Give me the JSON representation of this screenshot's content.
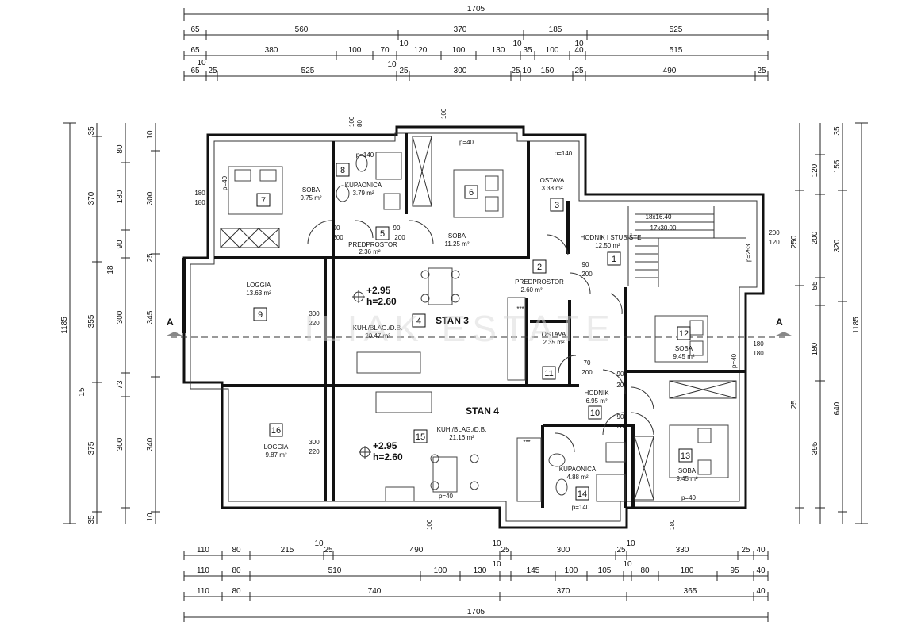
{
  "dimensions": {
    "top_total": "1705",
    "top_row1": [
      "65",
      "560",
      "370",
      "185",
      "525"
    ],
    "top_row2": [
      "65",
      "380",
      "100",
      "70",
      "10",
      "120",
      "100",
      "130",
      "10",
      "35",
      "100",
      "10",
      "40",
      "515"
    ],
    "top_row3": [
      "65",
      "10",
      "25",
      "525",
      "10",
      "25",
      "300",
      "25",
      "10",
      "150",
      "25",
      "490",
      "25"
    ],
    "bottom_row1": [
      "110",
      "80",
      "215",
      "10",
      "25",
      "490",
      "10",
      "25",
      "300",
      "25",
      "10",
      "330",
      "25",
      "40"
    ],
    "bottom_row2": [
      "110",
      "80",
      "510",
      "100",
      "130",
      "10",
      "145",
      "100",
      "105",
      "10",
      "80",
      "180",
      "95",
      "40"
    ],
    "bottom_row3": [
      "110",
      "80",
      "740",
      "370",
      "365",
      "40"
    ],
    "bottom_total": "1705",
    "left_total": "1185",
    "right_total": "1185",
    "left_col": [
      "370",
      "355",
      "375"
    ],
    "left_col2": [
      "180",
      "90",
      "300",
      "73",
      "300"
    ],
    "left_col3": [
      "300",
      "345",
      "340"
    ],
    "right_col": [
      "155",
      "320",
      "640"
    ],
    "right_col2": [
      "120",
      "200",
      "250",
      "180",
      "395"
    ],
    "small": [
      "35",
      "10",
      "15",
      "35",
      "25",
      "18",
      "10",
      "55",
      "80",
      "25"
    ]
  },
  "rooms": [
    {
      "id": "7",
      "name": "SOBA",
      "area": "9.75 m²"
    },
    {
      "id": "8",
      "name": "KUPAONICA",
      "area": "3.79 m²"
    },
    {
      "id": "6",
      "name": "SOBA",
      "area": "11.25 m²"
    },
    {
      "id": "3",
      "name": "OSTAVA",
      "area": "3.38 m²"
    },
    {
      "id": "5",
      "name": "PREDPROSTOR",
      "area": "2.36 m²"
    },
    {
      "id": "1",
      "name": "HODNIK I STUBIŠTE",
      "area": "12.50 m²"
    },
    {
      "id": "2",
      "name": "PREDPROSTOR",
      "area": "2.60 m²"
    },
    {
      "id": "9",
      "name": "LOGGIA",
      "area": "13.63 m²"
    },
    {
      "id": "4",
      "name": "KUH./BLAG./D.B.",
      "area": "20.47 m²"
    },
    {
      "id": "11",
      "name": "OSTAVA",
      "area": "2.35 m²"
    },
    {
      "id": "12",
      "name": "SOBA",
      "area": "9.45 m²"
    },
    {
      "id": "10",
      "name": "HODNIK",
      "area": "6.95 m²"
    },
    {
      "id": "16",
      "name": "LOGGIA",
      "area": "9.87 m²"
    },
    {
      "id": "15",
      "name": "KUH./BLAG./D.B.",
      "area": "21.16 m²"
    },
    {
      "id": "14",
      "name": "KUPAONICA",
      "area": "4.88 m²"
    },
    {
      "id": "13",
      "name": "SOBA",
      "area": "9.45 m²"
    }
  ],
  "apartments": {
    "stan3": "STAN 3",
    "stan4": "STAN 4"
  },
  "levels": {
    "l1": "+2.95",
    "h1": "h=2.60",
    "l2": "+2.95",
    "h2": "h=2.60"
  },
  "openings": {
    "o180": "180",
    "o200": "200",
    "o90": "90",
    "o70": "70",
    "o80": "80",
    "o100": "100",
    "o120": "120",
    "o300": "300",
    "o220": "220",
    "p40": "p=40",
    "p140": "p=140",
    "p253": "p=253",
    "stairs1": "18x16.40",
    "stairs2": "17x30.00",
    "stars": "***"
  },
  "section": {
    "a_left": "A",
    "a_right": "A"
  },
  "watermark": "ILIAK ESTATE"
}
